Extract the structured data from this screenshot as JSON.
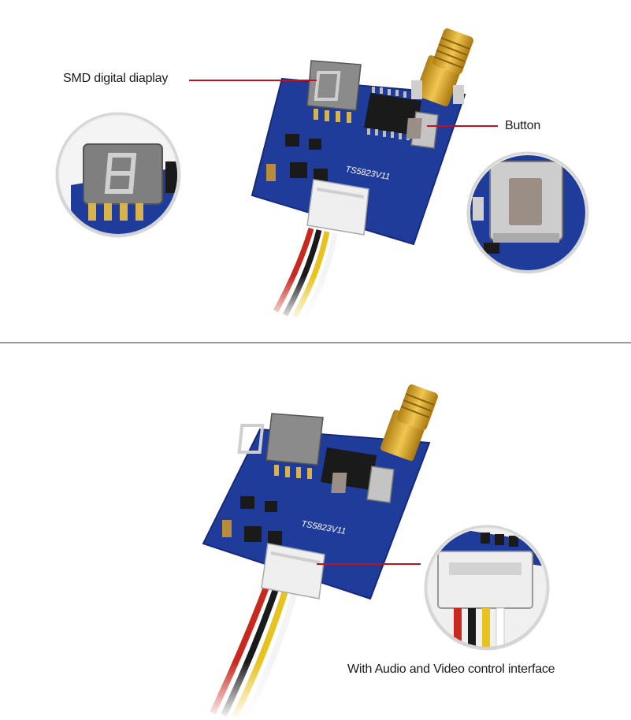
{
  "top_panel": {
    "display_label": "SMD digital diaplay",
    "button_label": "Button",
    "pcb_marking": "TS5823V11"
  },
  "bottom_panel": {
    "interface_label": "With Audio and Video control  interface",
    "pcb_marking": "TS5823V11"
  },
  "colors": {
    "pcb_blue": "#1f3c9b",
    "leader_red": "#c0121c",
    "divider": "#333333",
    "sma_gold": "#d9a62b",
    "wire_red": "#c8281e",
    "wire_yellow": "#e8c21e",
    "wire_black": "#1a1a1a"
  }
}
